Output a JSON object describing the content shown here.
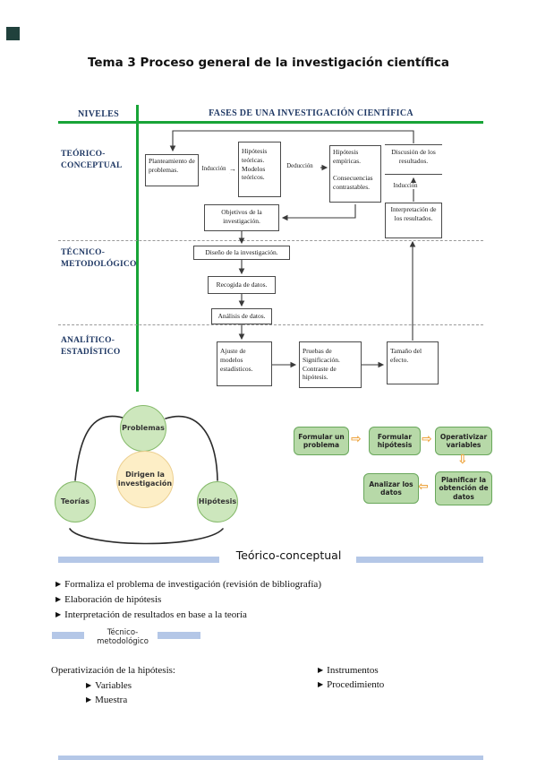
{
  "title": "Tema 3 Proceso general de la investigación científica",
  "table": {
    "headers": {
      "niveles": "NIVELES",
      "fases": "FASES DE UNA INVESTIGACIÓN CIENTÍFICA"
    },
    "levels": [
      "TEÓRICO-CONCEPTUAL",
      "TÉCNICO-METODOLÓGICO",
      "ANALÍTICO-ESTADÍSTICO"
    ],
    "boxes": {
      "planteamiento": "Planteamiento de problemas.",
      "hipotesis_teoricas": "Hipótesis teóricas.\nModelos teóricos.",
      "hipotesis_empiricas": "Hipótesis empíricas.\n\nConsecuencias contrastables.",
      "discusion": "Discusión de los resultados.",
      "interpretacion": "Interpretación de los resultados.",
      "objetivos": "Objetivos de la investigación.",
      "diseno": "Diseño de la investigación.",
      "recogida": "Recogida de datos.",
      "analisis": "Análisis de datos.",
      "ajuste": "Ajuste de modelos estadísticos.",
      "pruebas": "Pruebas de Significación.\nContraste de hipótesis.",
      "tamano": "Tamaño del efecto."
    },
    "connector_labels": {
      "induccion_top": "Inducción",
      "deduccion": "Deducción",
      "induccion_right": "Inducción"
    }
  },
  "venn": {
    "problemas": "Problemas",
    "teorias": "Teorías",
    "hipotesis": "Hipótesis",
    "centro": "Dirigen la\ninvestigación"
  },
  "process": {
    "steps": [
      "Formular un\nproblema",
      "Formular\nhipótesis",
      "Operativizar\nvariables",
      "Planificar la\nobtención de\ndatos",
      "Analizar los\ndatos"
    ]
  },
  "sections": {
    "teorico": {
      "title": "Teórico-conceptual",
      "bullets": [
        "Formaliza el problema de investigación (revisión de bibliografía)",
        "Elaboración de hipótesis",
        "Interpretación de resultados en base a la teoría"
      ]
    },
    "tecnico": {
      "title": "Técnico-metodológico",
      "intro": "Operativización de la hipótesis:",
      "left_bullets": [
        "Variables",
        "Muestra"
      ],
      "right_bullets": [
        "Instrumentos",
        "Procedimiento"
      ]
    }
  },
  "icons": {
    "bullet": "▶",
    "arrow_right": "→",
    "flow_right": "⇨",
    "flow_down": "⇩",
    "flow_left": "⇦"
  },
  "colors": {
    "green_line": "#18a437",
    "navy": "#1f3864",
    "banner_blue": "#b4c7e7",
    "process_box_green": "#b7d9a8",
    "circle_green": "#cde7bd",
    "circle_yellow": "#fdeec6",
    "flow_arrow_orange": "#eda33d"
  }
}
